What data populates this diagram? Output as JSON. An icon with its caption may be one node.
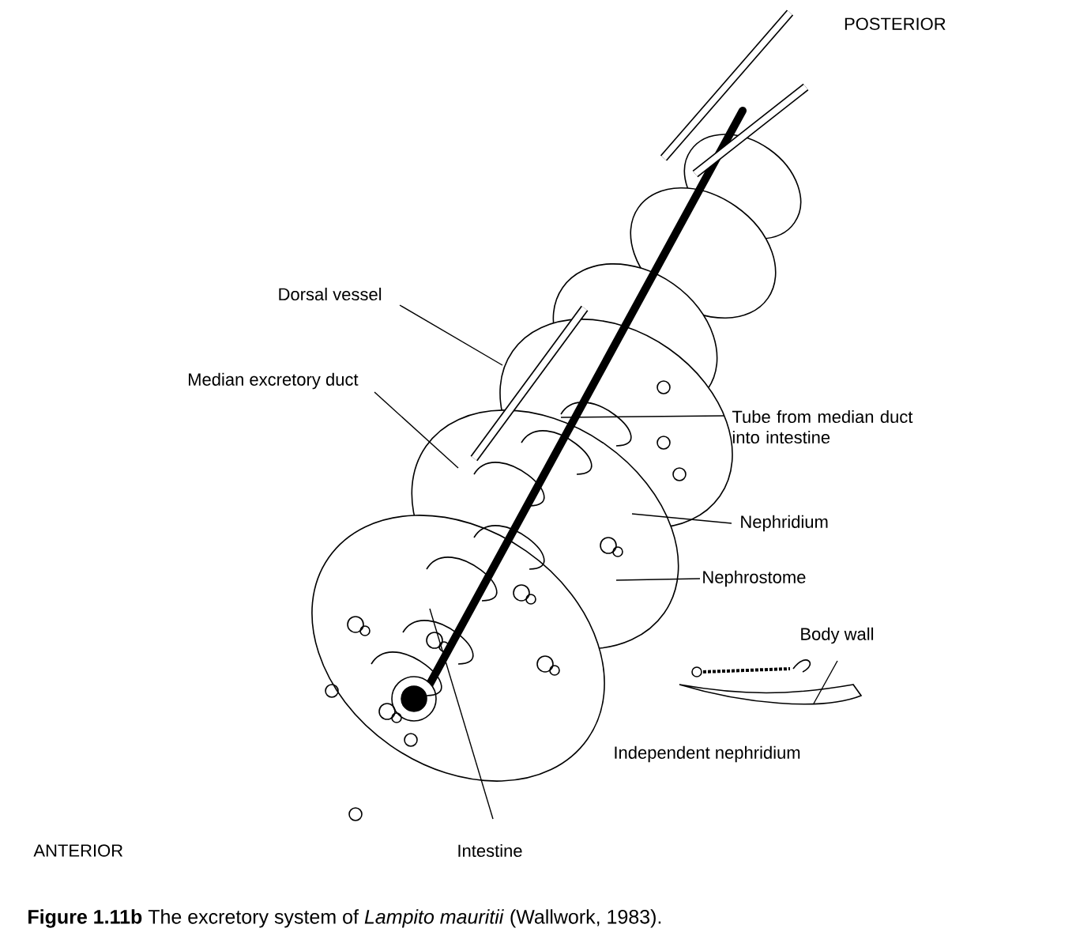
{
  "diagram": {
    "caption": "**Figure 1.11b**  The excretory system of *Lampito mauritii* (Wallwork, 1983).",
    "nodes": [
      {
        "text": [
          "Dorsal vessel"
        ]
      },
      {
        "text": [
          "Median excretory duct"
        ]
      },
      {
        "text": [
          "Tube from median duct into intestine"
        ]
      },
      {
        "text": [
          "Nephridium"
        ]
      },
      {
        "text": [
          "Nephrostome"
        ]
      },
      {
        "text": [
          "Body wall"
        ]
      },
      {
        "text": [
          "Intestine"
        ]
      }
    ],
    "edges": [
      {
        "from": 0,
        "to": null,
        "arrow": "none"
      },
      {
        "from": 1,
        "to": null,
        "arrow": "none"
      },
      {
        "from": 2,
        "to": null,
        "arrow": "none"
      },
      {
        "from": 3,
        "to": null,
        "arrow": "none"
      },
      {
        "from": 4,
        "to": null,
        "arrow": "none"
      },
      {
        "from": 5,
        "to": null,
        "arrow": "none"
      },
      {
        "from": 6,
        "to": null,
        "arrow": "none"
      }
    ],
    "labels": [
      "POSTERIOR",
      "Independent nephridium",
      "ANTERIOR"
    ]
  }
}
